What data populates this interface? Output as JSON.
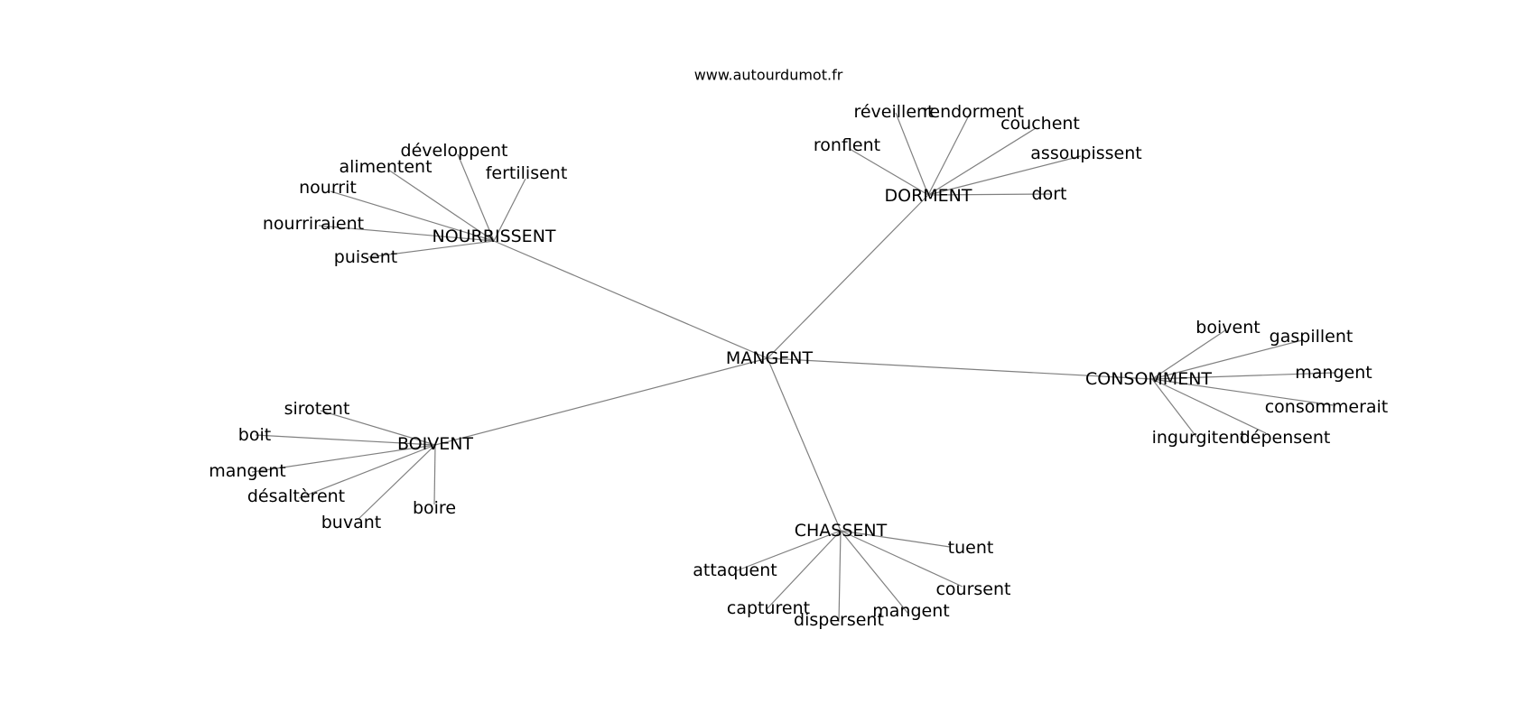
{
  "watermark": "www.autourdumot.fr",
  "graph": {
    "center": "MANGENT",
    "groups": [
      {
        "hub": "NOURRISSENT",
        "words": [
          "développent",
          "alimentent",
          "fertilisent",
          "nourrit",
          "nourriraient",
          "puisent"
        ]
      },
      {
        "hub": "DORMENT",
        "words": [
          "réveillent",
          "rendorment",
          "couchent",
          "ronflent",
          "assoupissent",
          "dort"
        ]
      },
      {
        "hub": "CONSOMMENT",
        "words": [
          "boivent",
          "gaspillent",
          "mangent",
          "consommerait",
          "dépensent",
          "ingurgitent"
        ]
      },
      {
        "hub": "BOIVENT",
        "words": [
          "sirotent",
          "boit",
          "mangent",
          "désaltèrent",
          "buvant",
          "boire"
        ]
      },
      {
        "hub": "CHASSENT",
        "words": [
          "tuent",
          "attaquent",
          "coursent",
          "capturent",
          "dispersent",
          "mangent"
        ]
      }
    ]
  }
}
